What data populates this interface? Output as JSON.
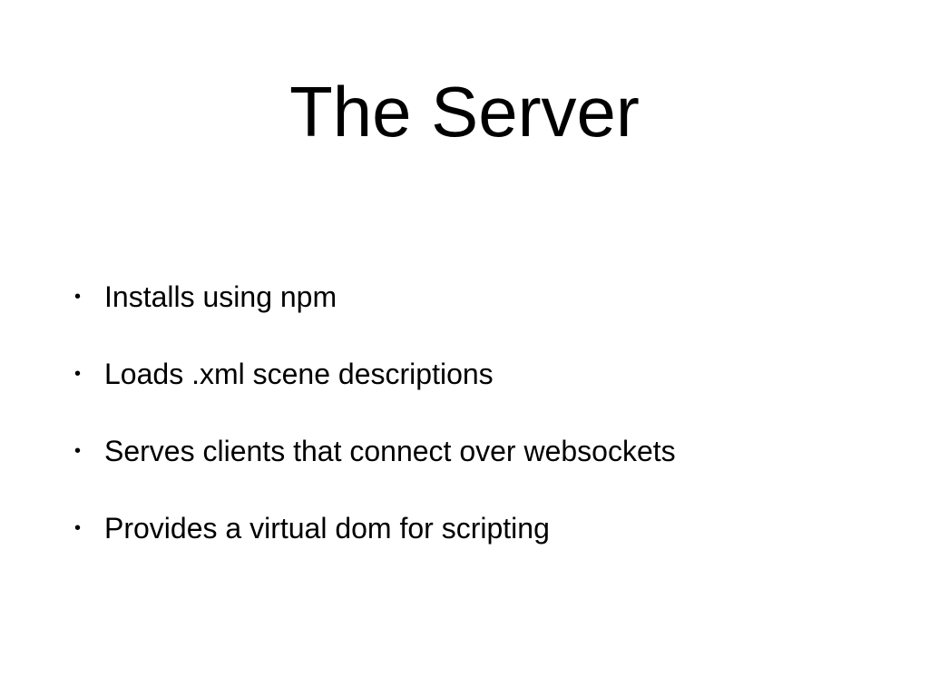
{
  "slide": {
    "title": "The Server",
    "bullet_glyph": "•",
    "bullets": [
      "Installs using npm",
      "Loads .xml scene descriptions",
      "Serves clients that connect over websockets",
      "Provides a virtual dom for scripting"
    ]
  },
  "colors": {
    "background": "#ffffff",
    "text": "#000000"
  }
}
